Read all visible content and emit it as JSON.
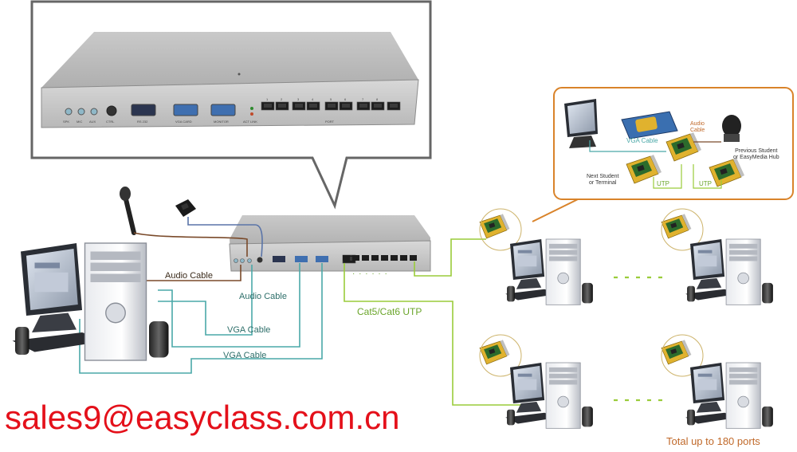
{
  "hub_panel": {
    "port_labels": [
      "SPK",
      "MIC",
      "AUX",
      "CTRL",
      "RS 232",
      "VGA CARD",
      "MONITOR",
      "ACT LINK",
      "PORT"
    ],
    "port_numbers": [
      "1",
      "2",
      "3",
      "4",
      "5",
      "6",
      "7",
      "8"
    ]
  },
  "cables": {
    "audio_1": "Audio Cable",
    "audio_2": "Audio Cable",
    "vga_1": "VGA Cable",
    "vga_2": "VGA Cable",
    "utp": "Cat5/Cat6 UTP",
    "dots": "· · · · · ·"
  },
  "inset": {
    "audio_cable": "Audio\nCable",
    "vga_cable": "VGA Cable",
    "utp_1": "UTP",
    "utp_2": "UTP",
    "next_student": "Next Student\nor Terminal",
    "previous_student": "Previous Student\nor EasyMedia Hub"
  },
  "footer": {
    "email": "sales9@easyclass.com.cn",
    "total": "Total up to 180 ports"
  },
  "colors": {
    "audio": "#7a4a2a",
    "vga": "#4aa8a8",
    "utp": "#9acc3a",
    "inset_border": "#d9832a",
    "email": "#e4101a",
    "total": "#c0692a"
  }
}
